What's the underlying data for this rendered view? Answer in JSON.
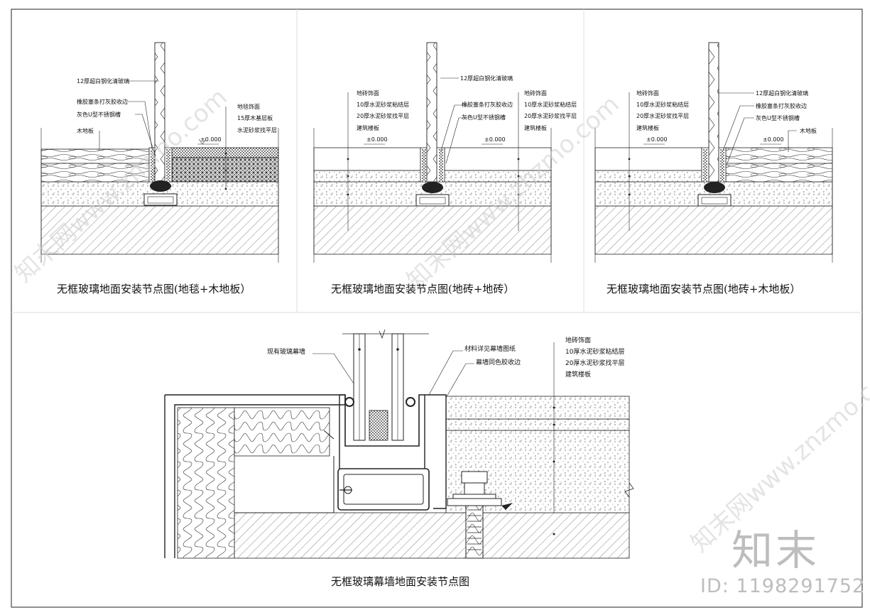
{
  "panels": {
    "p1": {
      "caption": "无框玻璃地面安装节点图(地毯+木地板）",
      "level": "±0.000",
      "labels": [
        "12厚超白钢化清玻璃",
        "橡胶塞条打灰胶收边",
        "灰色U型不锈钢槽",
        "木地板",
        "地毯饰面",
        "15厚木基层板",
        "水泥砂浆找平层"
      ]
    },
    "p2": {
      "caption": "无框玻璃地面安装节点图(地砖+地砖）",
      "level": "±0.000",
      "labels": [
        "地砖饰面",
        "10厚水泥砂浆粘结层",
        "20厚水泥砂浆找平层",
        "建筑楼板",
        "12厚超白钢化清玻璃",
        "橡胶塞条打灰胶收边",
        "灰色U型不锈钢槽",
        "地砖饰面",
        "10厚水泥砂浆粘结层",
        "20厚水泥砂浆找平层",
        "建筑楼板"
      ]
    },
    "p3": {
      "caption": "无框玻璃地面安装节点图(地砖+木地板）",
      "level": "±0.000",
      "labels": [
        "地砖饰面",
        "10厚水泥砂浆粘结层",
        "20厚水泥砂浆找平层",
        "建筑楼板",
        "12厚超白钢化清玻璃",
        "橡胶塞条打灰胶收边",
        "灰色U型不锈钢槽",
        "木地板"
      ]
    },
    "p4": {
      "caption": "无框玻璃幕墙地面安装节点图",
      "labels": [
        "现有玻璃幕墙",
        "材料详见幕墙图纸",
        "幕墙同色胶收边",
        "地砖饰面",
        "10厚水泥砂浆粘结层",
        "20厚水泥砂浆找平层",
        "建筑楼板"
      ]
    }
  },
  "watermark": {
    "logo": "知末",
    "id": "ID: 1198291752",
    "diag": "知末网www.znzmo.com"
  }
}
